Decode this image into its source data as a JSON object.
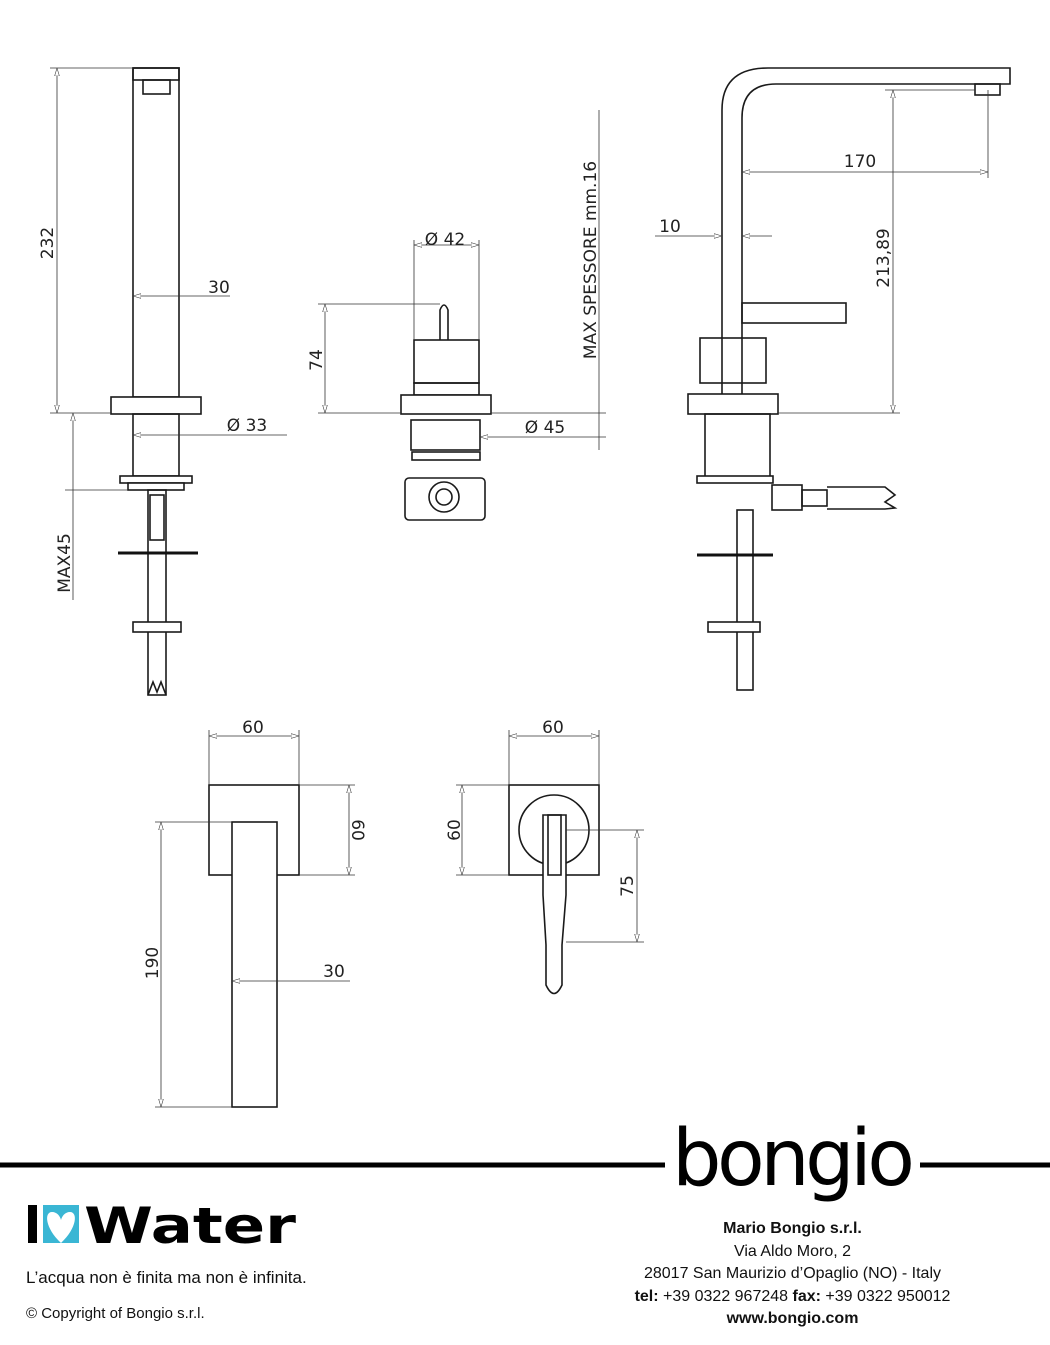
{
  "dimensions": {
    "front_height": "232",
    "front_width": "30",
    "front_base_dia": "Ø 33",
    "front_max": "MAX45",
    "mixer_dia": "Ø 42",
    "mixer_height": "74",
    "mixer_base_dia": "Ø 45",
    "max_thickness": "MAX SPESSORE mm.16",
    "side_reach": "170",
    "side_tube": "10",
    "side_height": "213,89",
    "top1_width": "60",
    "top1_depth": "60",
    "top1_length": "190",
    "top1_spout_width": "30",
    "top2_width": "60",
    "top2_depth": "60",
    "top2_lever": "75"
  },
  "footer": {
    "brand_logo": "bongio",
    "iowater_logo": "I♥Water",
    "slogan": "L’acqua non è finita ma non è infinita.",
    "copyright": "© Copyright of Bongio s.r.l.",
    "company": "Mario Bongio s.r.l.",
    "street": "Via Aldo Moro, 2",
    "city": "28017 San Maurizio d’Opaglio (NO) - Italy",
    "tel_label": "tel:",
    "tel": "+39 0322 967248",
    "fax_label": "fax:",
    "fax": "+39 0322 950012",
    "website": "www.bongio.com"
  },
  "colors": {
    "heart": "#3ab6d4",
    "ink": "#111111"
  }
}
